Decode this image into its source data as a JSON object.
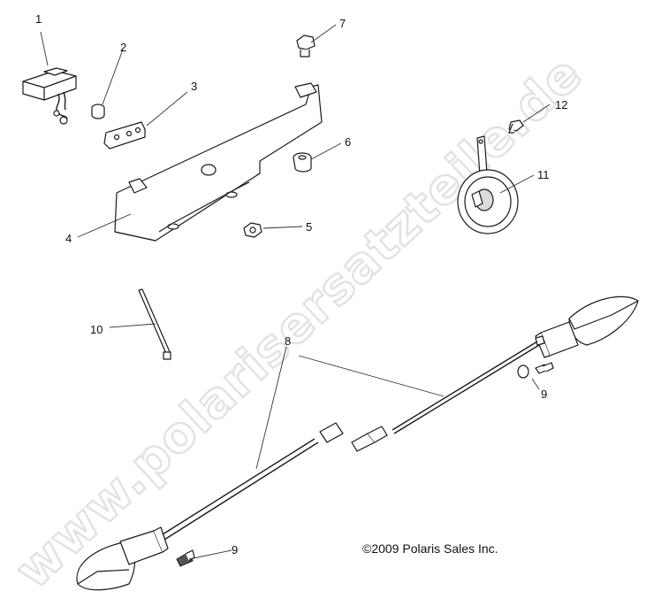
{
  "watermark": "www.polarisersatzteile.de",
  "copyright": "©2009 Polaris Sales Inc.",
  "callouts": [
    {
      "id": "1",
      "label": "1"
    },
    {
      "id": "2",
      "label": "2"
    },
    {
      "id": "3",
      "label": "3"
    },
    {
      "id": "4",
      "label": "4"
    },
    {
      "id": "5",
      "label": "5"
    },
    {
      "id": "6",
      "label": "6"
    },
    {
      "id": "7",
      "label": "7"
    },
    {
      "id": "8",
      "label": "8"
    },
    {
      "id": "9a",
      "label": "9"
    },
    {
      "id": "9b",
      "label": "9"
    },
    {
      "id": "10",
      "label": "10"
    },
    {
      "id": "11",
      "label": "11"
    },
    {
      "id": "12",
      "label": "12"
    }
  ]
}
